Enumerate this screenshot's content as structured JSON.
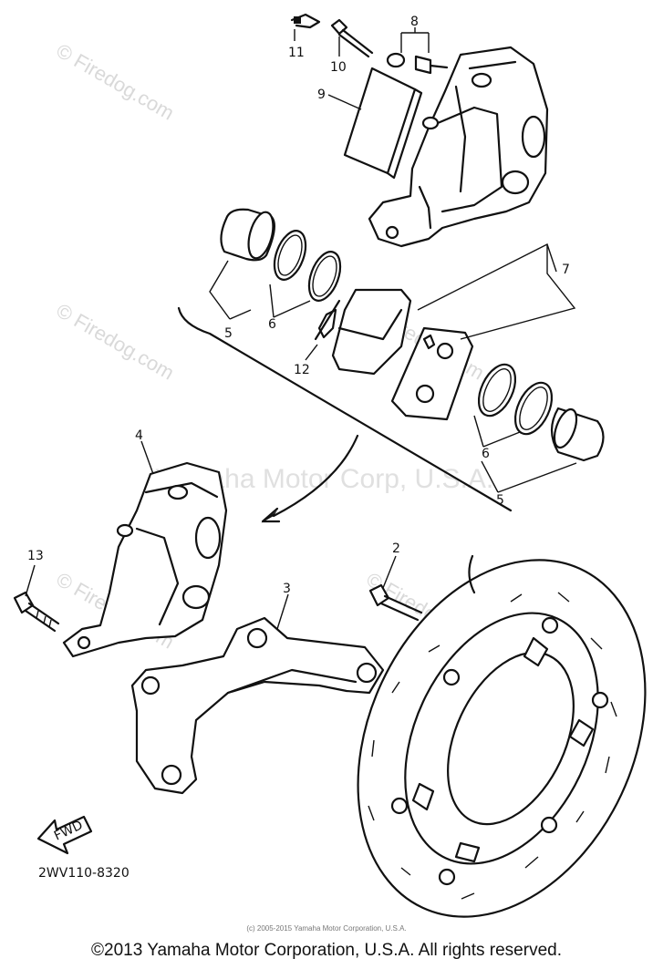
{
  "diagram": {
    "part_labels": [
      "2",
      "3",
      "4",
      "5",
      "6",
      "7",
      "8",
      "9",
      "10",
      "11",
      "12",
      "13"
    ],
    "callouts": {
      "p2": "2",
      "p3": "3",
      "p4": "4",
      "p5a": "5",
      "p5b": "5",
      "p6a": "6",
      "p6b": "6",
      "p7": "7",
      "p8": "8",
      "p9": "9",
      "p10": "10",
      "p11": "11",
      "p12": "12",
      "p13": "13"
    },
    "diagram_code": "2WV110-8320",
    "fwd_arrow_text": "FWD",
    "watermarks": {
      "site": "© Firedog.com",
      "brand": "Yamaha Motor Corp, U.S.A."
    }
  },
  "footer": {
    "small_notice": "(c) 2005-2015 Yamaha Motor Corporation, U.S.A.",
    "copyright": "©2013 Yamaha Motor Corporation, U.S.A. All rights reserved."
  }
}
